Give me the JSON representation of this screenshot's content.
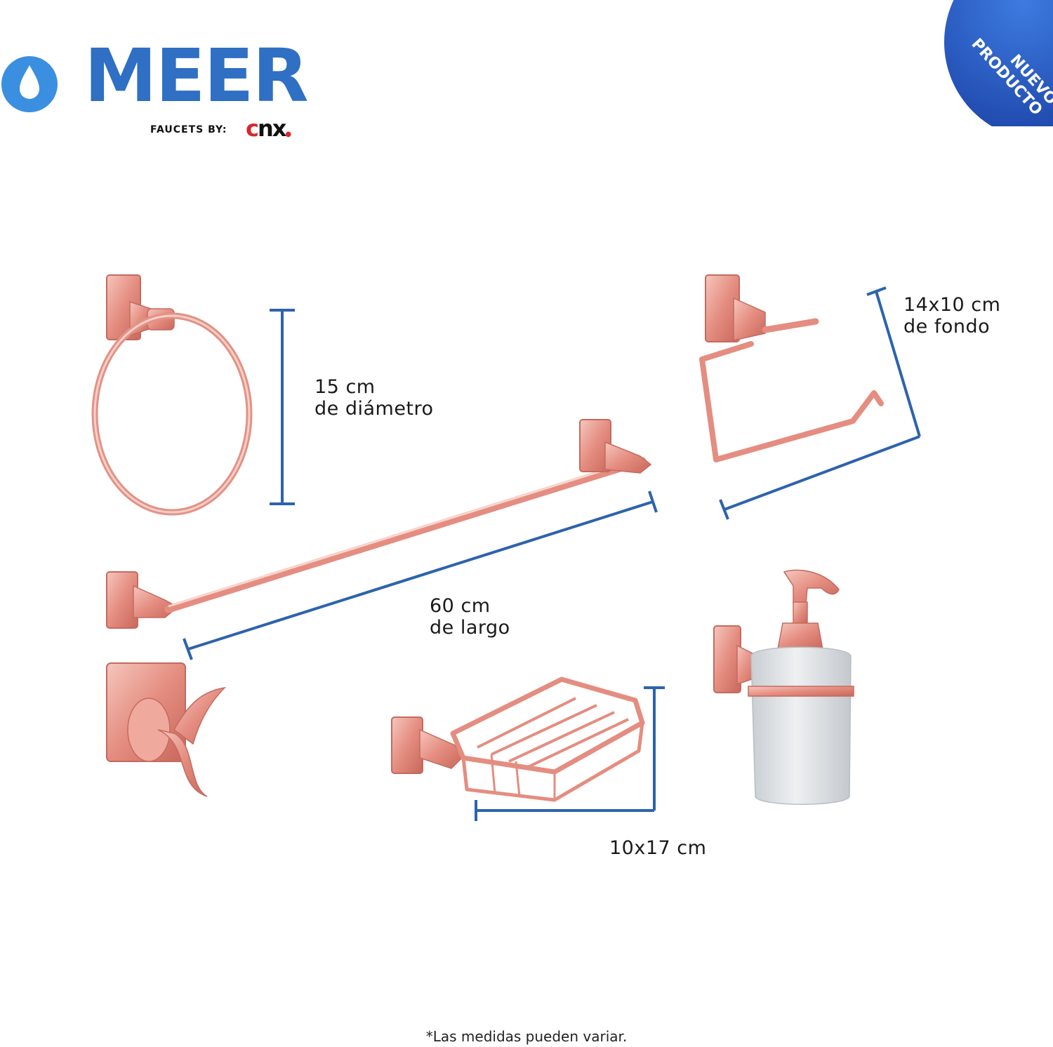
{
  "brand": {
    "name": "MEER",
    "faucets_by": "FAUCETS BY:",
    "partner_logo": "cnx",
    "color": "#2f6fc4"
  },
  "badge": {
    "line1": "NUEVO",
    "line2": "PRODUCTO",
    "color": "#1e4fb0"
  },
  "dimension_color": "#2c63ad",
  "metal_color": "#e4968a",
  "measures": {
    "ring": {
      "line1": "15 cm",
      "line2": "de diámetro"
    },
    "paper_holder": {
      "line1": "14x10 cm",
      "line2": "de fondo"
    },
    "towel_bar": {
      "line1": "60 cm",
      "line2": "de largo"
    },
    "soap_dish": {
      "line1": "10x17 cm"
    }
  },
  "footnote": "*Las medidas pueden variar."
}
